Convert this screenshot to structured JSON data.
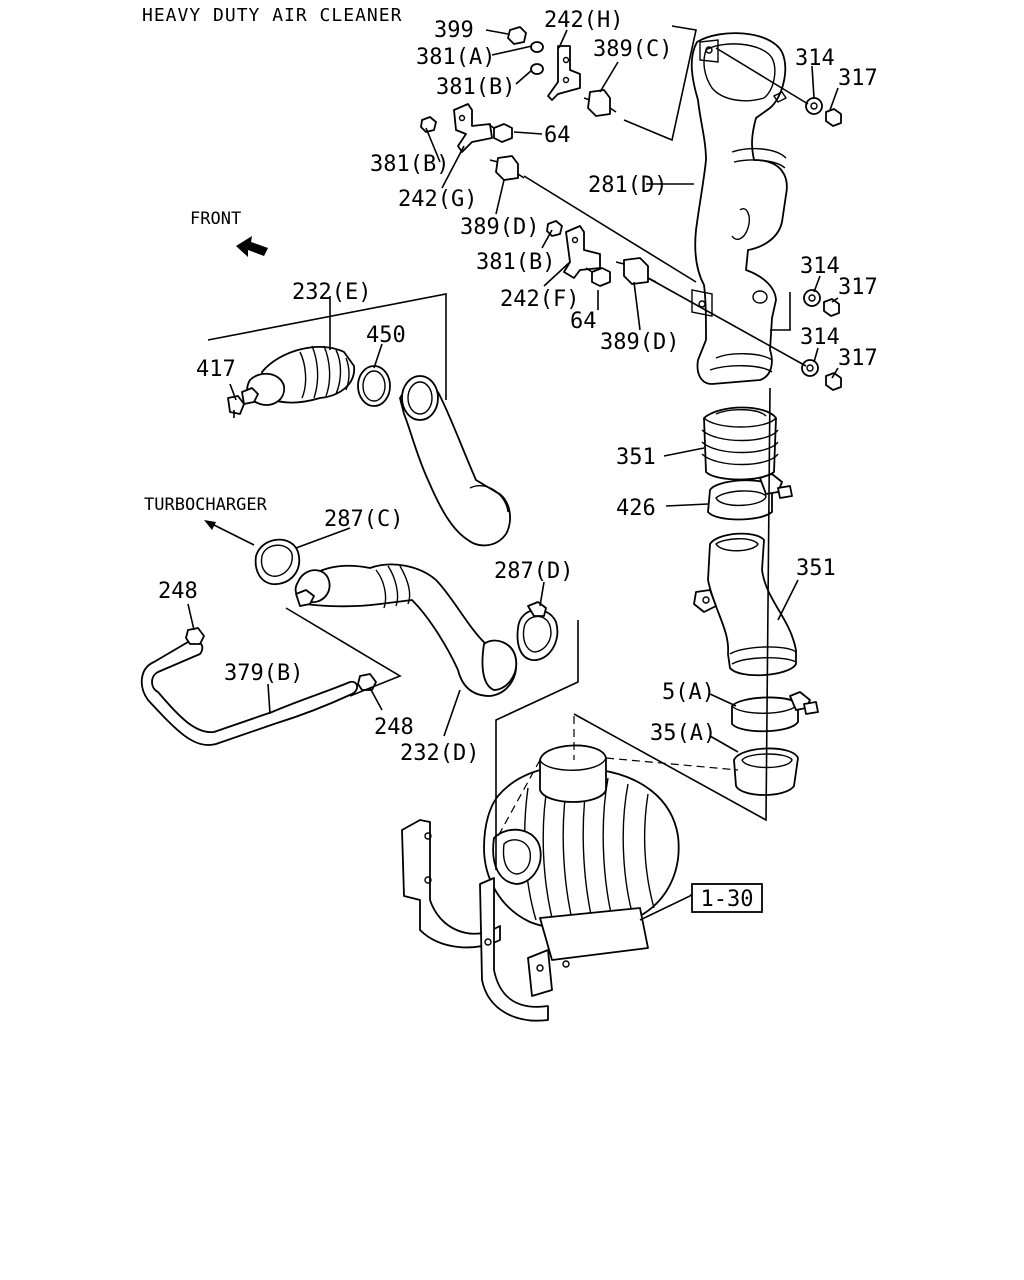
{
  "title": "HEAVY DUTY AIR CLEANER",
  "direction_labels": {
    "front": "FRONT",
    "turbocharger": "TURBOCHARGER"
  },
  "reference_box": "1-30",
  "callouts": [
    "399",
    "242(H)",
    "381(A)",
    "389(C)",
    "381(B)",
    "314",
    "317",
    "381(B)",
    "64",
    "242(G)",
    "281(D)",
    "389(D)",
    "381(B)",
    "314",
    "317",
    "242(F)",
    "64",
    "389(D)",
    "314",
    "317",
    "232(E)",
    "450",
    "417",
    "351",
    "426",
    "287(C)",
    "351",
    "287(D)",
    "248",
    "379(B)",
    "5(A)",
    "248",
    "35(A)",
    "232(D)"
  ],
  "icons": {
    "front_arrow": "front-arrow-icon",
    "turbo_arrow": "turbocharger-arrow-icon"
  }
}
